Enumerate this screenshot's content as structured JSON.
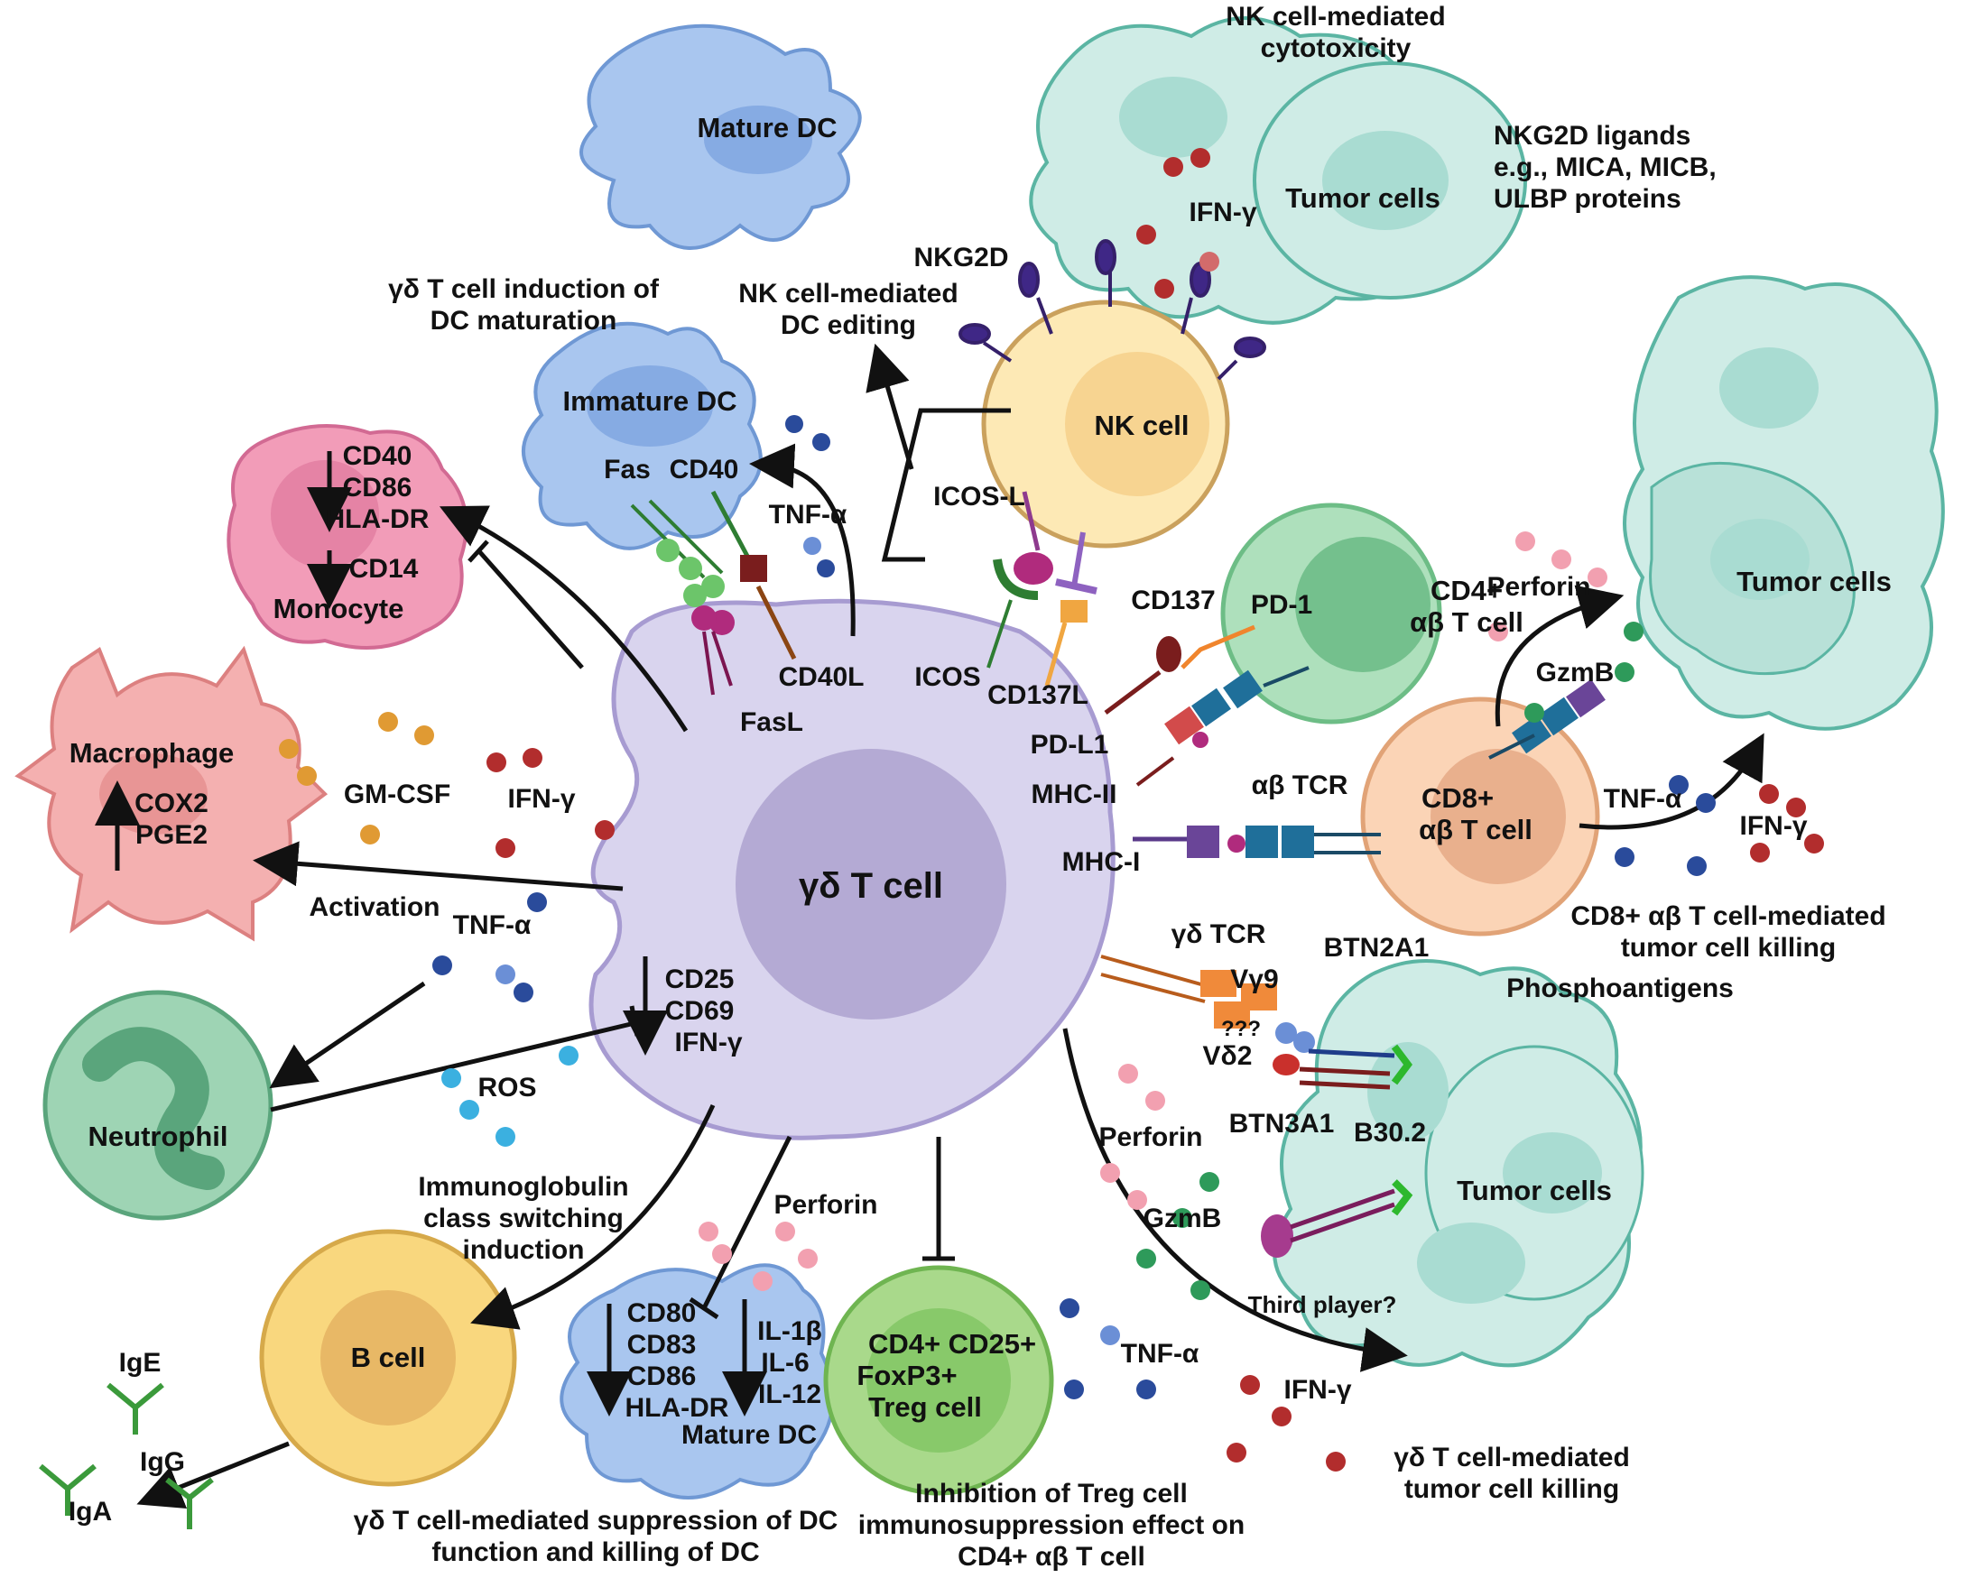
{
  "center_cell": {
    "label": "γδ T cell"
  },
  "top_title": {
    "line1": "NK cell-mediated",
    "line2": "cytotoxicity"
  },
  "nkg2d_ligands": {
    "line1": "NKG2D ligands",
    "line2": "e.g., MICA, MICB,",
    "line3": "ULBP proteins"
  },
  "tumor_top": {
    "label": "Tumor cells",
    "ifn": "IFN-γ"
  },
  "nk": {
    "cell": "NK cell",
    "nkg2d": "NKG2D",
    "icosl": "ICOS-L",
    "cd137": "CD137",
    "icos": "ICOS",
    "cd137l": "CD137L"
  },
  "mature_dc_top": {
    "label": "Mature DC"
  },
  "nk_dc_editing": {
    "line1": "NK cell-mediated",
    "line2": "DC editing"
  },
  "dc_induction": {
    "line1": "γδ T cell induction of",
    "line2": "DC maturation"
  },
  "immature_dc": {
    "label": "Immature DC",
    "fas": "Fas",
    "cd40": "CD40",
    "tnf": "TNF-α",
    "cd40l": "CD40L",
    "fasl": "FasL"
  },
  "monocyte": {
    "label": "Monocyte",
    "m1": "CD40",
    "m2": "CD86",
    "m3": "HLA-DR",
    "m4": "CD14"
  },
  "macrophage": {
    "label": "Macrophage",
    "m1": "COX2",
    "m2": "PGE2",
    "gmcsf": "GM-CSF",
    "ifn": "IFN-γ",
    "activation": "Activation",
    "tnf": "TNF-α"
  },
  "cd4_ab": {
    "line1": "CD4+",
    "line2": "αβ T cell",
    "pd1": "PD-1",
    "pdl1": "PD-L1",
    "mhc2": "MHC-II",
    "abtcr": "αβ TCR",
    "mhc1": "MHC-I"
  },
  "cd8_ab": {
    "line1": "CD8+",
    "line2": "αβ T cell",
    "perforin": "Perforin",
    "gzmb": "GzmB",
    "tnf": "TNF-α",
    "ifn": "IFN-γ",
    "tumor": "Tumor cells",
    "caption1": "CD8+ αβ T cell-mediated",
    "caption2": "tumor cell killing"
  },
  "gd_killing": {
    "gdtcr": "γδ TCR",
    "btn2a1": "BTN2A1",
    "vg9": "Vγ9",
    "q": "???",
    "vd2": "Vδ2",
    "btn3a1": "BTN3A1",
    "b302": "B30.2",
    "phospho": "Phosphoantigens",
    "perforin": "Perforin",
    "gzmb": "GzmB",
    "tumor": "Tumor cells",
    "third": "Third player?",
    "caption1": "γδ T cell-mediated",
    "caption2": "tumor cell killing"
  },
  "neutrophil": {
    "label": "Neutrophil",
    "m1": "CD25",
    "m2": "CD69",
    "m3": "IFN-γ",
    "ros": "ROS"
  },
  "bcell": {
    "label": "B cell",
    "caption1": "Immunoglobulin",
    "caption2": "class switching",
    "caption3": "induction",
    "ige": "IgE",
    "igg": "IgG",
    "iga": "IgA"
  },
  "mature_dc_bottom": {
    "perforin": "Perforin",
    "l1": "CD80",
    "l2": "CD83",
    "l3": "CD86",
    "l4": "HLA-DR",
    "r1": "IL-1β",
    "r2": "IL-6",
    "r3": "IL-12",
    "label": "Mature DC",
    "caption1": "γδ T cell-mediated suppression of DC",
    "caption2": "function and killing of DC"
  },
  "treg": {
    "line1": "CD4+ CD25+",
    "line2": "FoxP3+",
    "line3": "Treg cell",
    "caption1": "Inhibition of Treg cell",
    "caption2": "immunosuppression effect on",
    "caption3": "CD4+ αβ T cell"
  },
  "bottom_cytokines": {
    "tnf": "TNF-α",
    "ifn": "IFN-γ"
  },
  "colors": {
    "gd_cell": "#d9d4ee",
    "gd_nucleus": "#b4aad4",
    "nk_cell": "#fde9b5",
    "dc": "#a9c6ef",
    "monocyte": "#f29cb8",
    "macrophage": "#f4b0b0",
    "cd4": "#aee0bc",
    "cd8": "#fbd4b6",
    "treg": "#a9d98b",
    "bcell": "#f9d77e",
    "neutrophil": "#9ed4b4",
    "tumor": "#c9eae3"
  }
}
